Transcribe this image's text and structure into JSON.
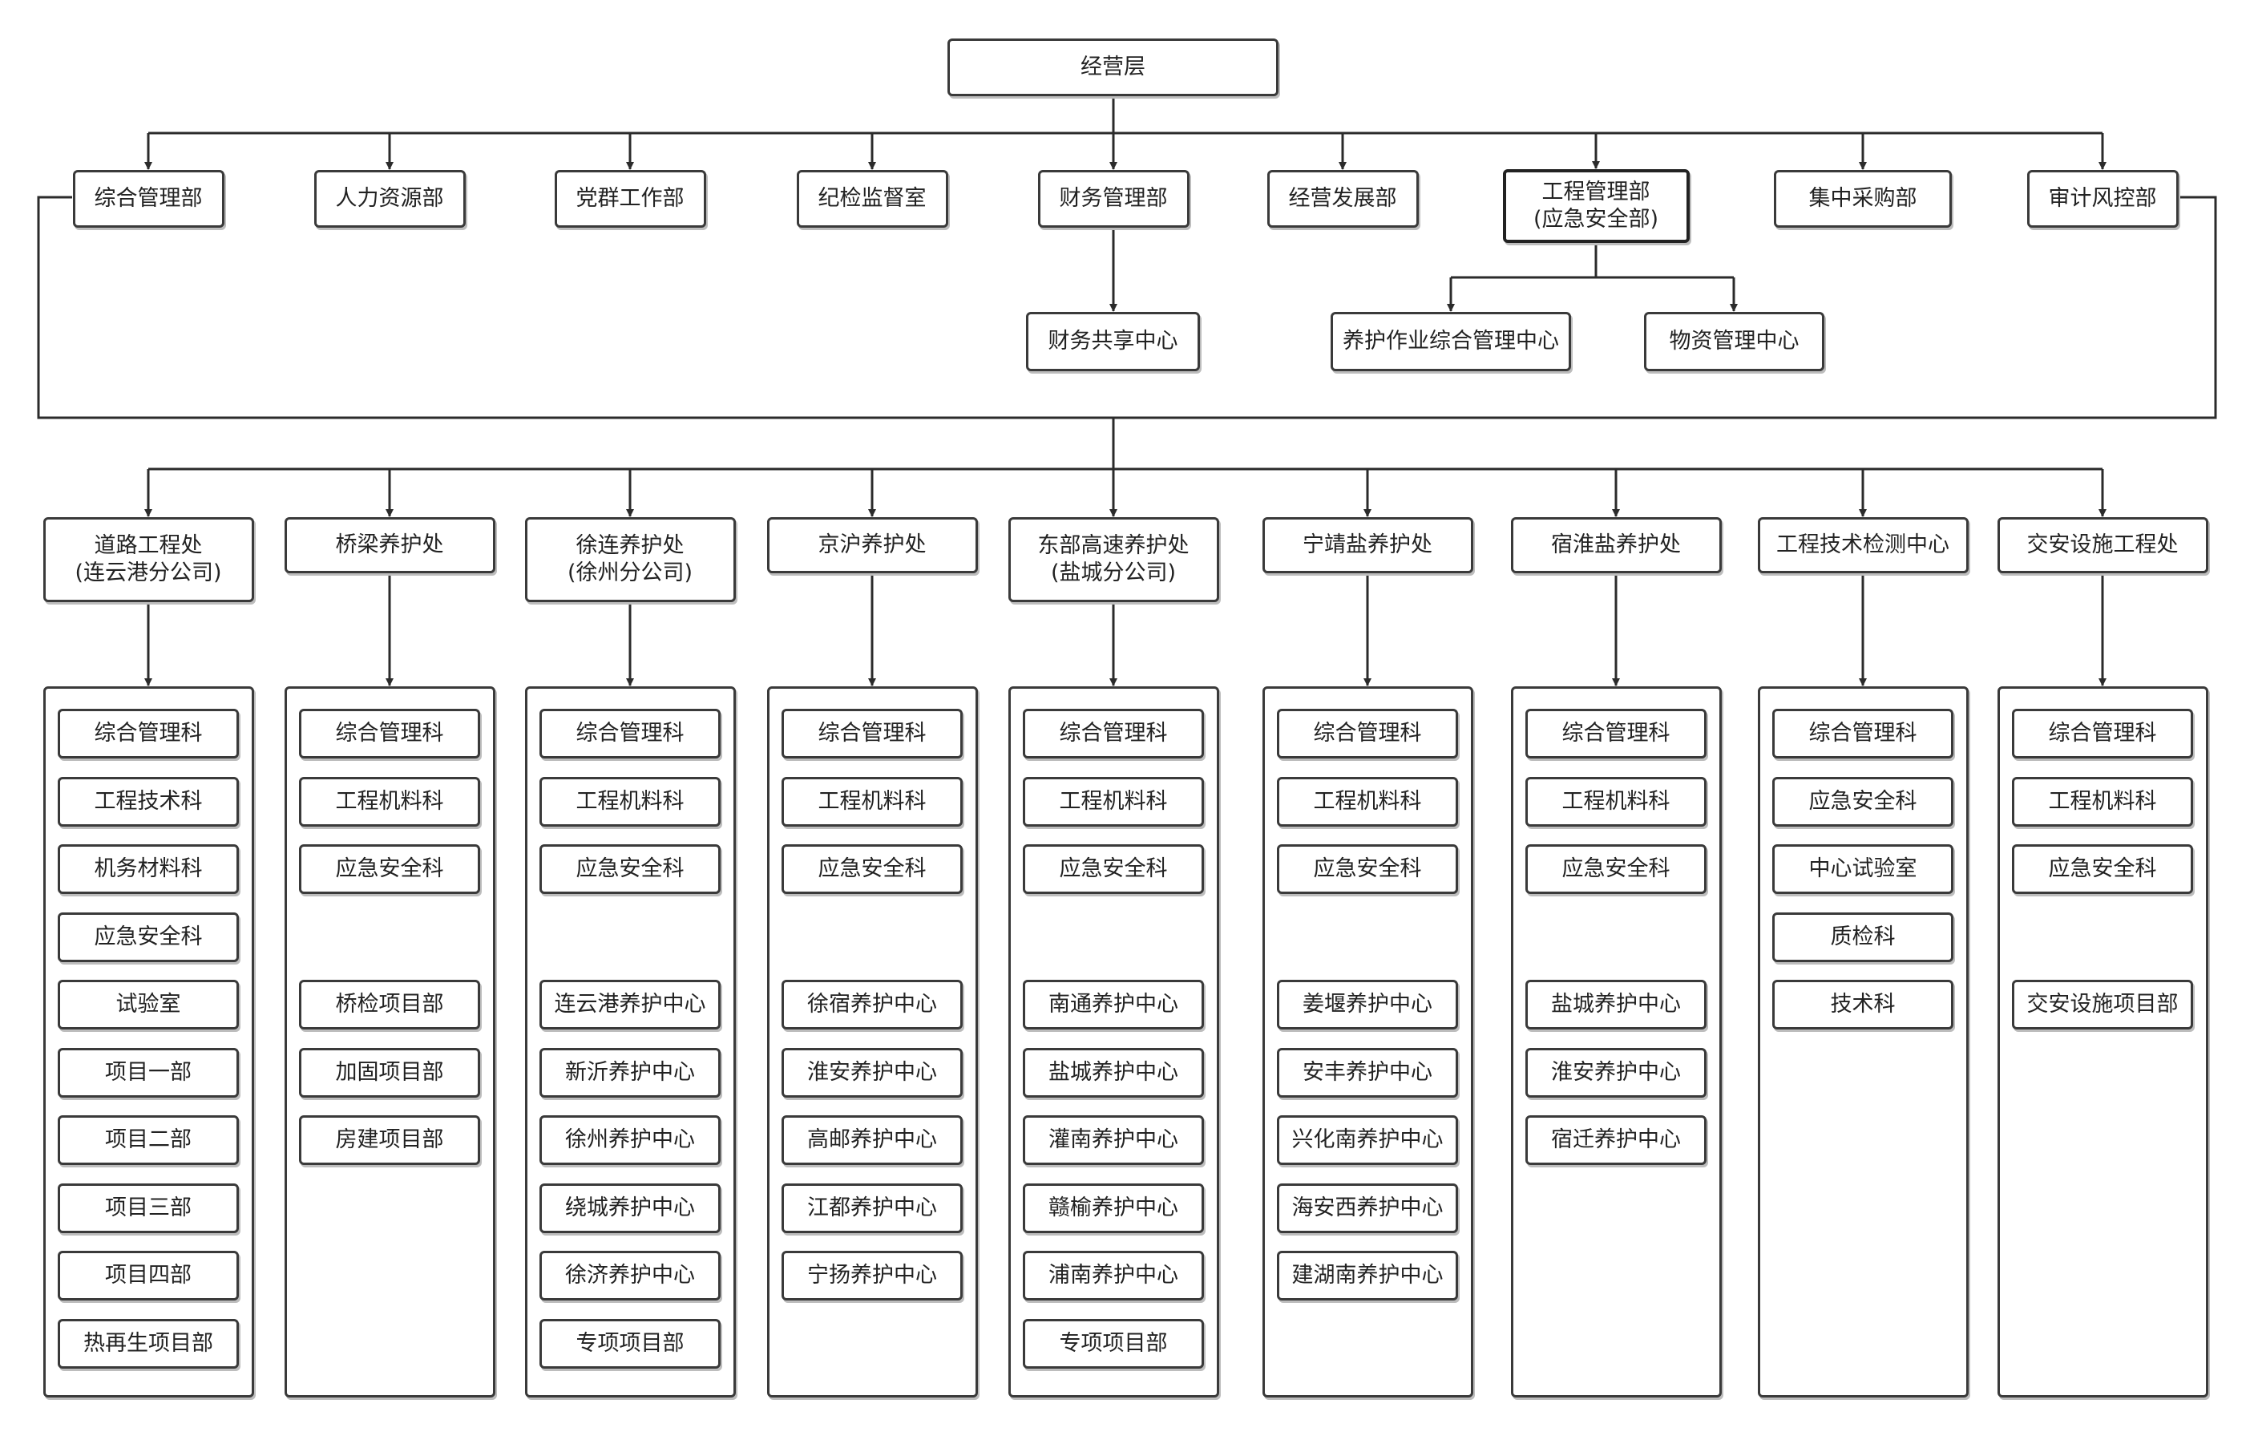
{
  "top": "经营层",
  "departments": [
    "综合管理部",
    "人力资源部",
    "党群工作部",
    "纪检监督室",
    "财务管理部",
    "经营发展部",
    "工程管理部",
    "集中采购部",
    "审计风控部"
  ],
  "department_notes": {
    "engineering": "(应急安全部)"
  },
  "sub_departments": {
    "finance": [
      "财务共享中心"
    ],
    "engineering": [
      "养护作业综合管理中心",
      "物资管理中心"
    ]
  },
  "branches": [
    {
      "name": "道路工程处",
      "sub": "(连云港分公司)",
      "units": [
        "综合管理科",
        "工程技术科",
        "机务材料科",
        "应急安全科",
        "试验室",
        "项目一部",
        "项目二部",
        "项目三部",
        "项目四部",
        "热再生项目部"
      ]
    },
    {
      "name": "桥梁养护处",
      "sub": "",
      "units": [
        "综合管理科",
        "工程机料科",
        "应急安全科",
        "",
        "桥检项目部",
        "加固项目部",
        "房建项目部"
      ]
    },
    {
      "name": "徐连养护处",
      "sub": "(徐州分公司)",
      "units": [
        "综合管理科",
        "工程机料科",
        "应急安全科",
        "",
        "连云港养护中心",
        "新沂养护中心",
        "徐州养护中心",
        "绕城养护中心",
        "徐济养护中心",
        "专项项目部"
      ]
    },
    {
      "name": "京沪养护处",
      "sub": "",
      "units": [
        "综合管理科",
        "工程机料科",
        "应急安全科",
        "",
        "徐宿养护中心",
        "淮安养护中心",
        "高邮养护中心",
        "江都养护中心",
        "宁扬养护中心"
      ]
    },
    {
      "name": "东部高速养护处",
      "sub": "(盐城分公司)",
      "units": [
        "综合管理科",
        "工程机料科",
        "应急安全科",
        "",
        "南通养护中心",
        "盐城养护中心",
        "灌南养护中心",
        "赣榆养护中心",
        "浦南养护中心",
        "专项项目部"
      ]
    },
    {
      "name": "宁靖盐养护处",
      "sub": "",
      "units": [
        "综合管理科",
        "工程机料科",
        "应急安全科",
        "",
        "姜堰养护中心",
        "安丰养护中心",
        "兴化南养护中心",
        "海安西养护中心",
        "建湖南养护中心"
      ]
    },
    {
      "name": "宿淮盐养护处",
      "sub": "",
      "units": [
        "综合管理科",
        "工程机料科",
        "应急安全科",
        "",
        "盐城养护中心",
        "淮安养护中心",
        "宿迁养护中心"
      ]
    },
    {
      "name": "工程技术检测中心",
      "sub": "",
      "units": [
        "综合管理科",
        "应急安全科",
        "中心试验室",
        "质检科",
        "技术科"
      ]
    },
    {
      "name": "交安设施工程处",
      "sub": "",
      "units": [
        "综合管理科",
        "工程机料科",
        "应急安全科",
        "",
        "交安设施项目部"
      ]
    }
  ],
  "colors": {
    "line": "#2b2b2b",
    "border": "#3a3a3a",
    "text": "#222222",
    "shadow": "#bdbdbd"
  }
}
